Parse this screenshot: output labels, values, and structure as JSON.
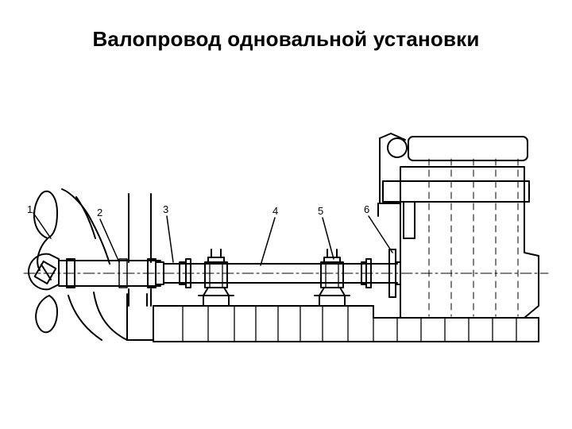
{
  "title": "Валопровод одновальной установки",
  "callouts": [
    "1",
    "2",
    "3",
    "4",
    "5",
    "6"
  ],
  "colors": {
    "line": "#000000",
    "background": "#ffffff"
  }
}
